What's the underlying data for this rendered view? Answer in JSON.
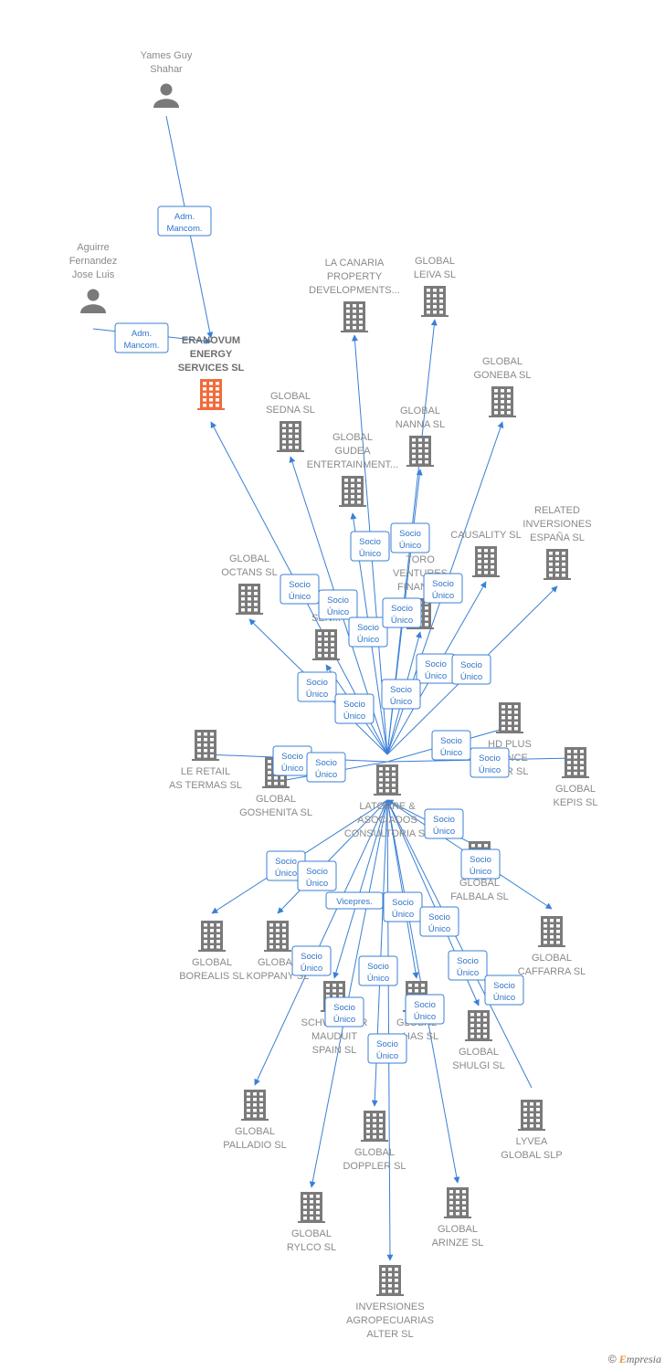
{
  "colors": {
    "edge": "#3a7fd5",
    "company": "#7a7a7a",
    "main_company": "#f26b3a",
    "person": "#7a7a7a"
  },
  "nodes": [
    {
      "id": "yames",
      "type": "person",
      "lines": [
        "Yames Guy",
        "Shahar"
      ]
    },
    {
      "id": "aguirre",
      "type": "person",
      "lines": [
        "Aguirre",
        "Fernandez",
        "Jose Luis"
      ]
    },
    {
      "id": "eranovum",
      "type": "company",
      "main": true,
      "lines": [
        "ERANOVUM",
        "ENERGY",
        "SERVICES  SL"
      ]
    },
    {
      "id": "lacanaria",
      "type": "company",
      "lines": [
        "LA CANARIA",
        "PROPERTY",
        "DEVELOPMENTS..."
      ]
    },
    {
      "id": "leiva",
      "type": "company",
      "lines": [
        "GLOBAL",
        "LEIVA  SL"
      ]
    },
    {
      "id": "goneba",
      "type": "company",
      "lines": [
        "GLOBAL",
        "GONEBA  SL"
      ]
    },
    {
      "id": "sedna",
      "type": "company",
      "lines": [
        "GLOBAL",
        "SEDNA  SL"
      ]
    },
    {
      "id": "nanna",
      "type": "company",
      "lines": [
        "GLOBAL",
        "NANNA  SL"
      ]
    },
    {
      "id": "gudea",
      "type": "company",
      "lines": [
        "GLOBAL",
        "GUDEA",
        "ENTERTAINMENT..."
      ]
    },
    {
      "id": "causality",
      "type": "company",
      "lines": [
        "CAUSALITY  SL"
      ]
    },
    {
      "id": "related",
      "type": "company",
      "lines": [
        "RELATED",
        "INVERSIONES",
        "ESPAÑA  SL"
      ]
    },
    {
      "id": "octans",
      "type": "company",
      "lines": [
        "GLOBAL",
        "OCTANS  SL"
      ]
    },
    {
      "id": "toro",
      "type": "company",
      "lines": [
        "TORO",
        "VENTURES",
        "FINANC..."
      ]
    },
    {
      "id": "sen",
      "type": "company",
      "lines": [
        "SEN..."
      ]
    },
    {
      "id": "hdplus",
      "type": "company",
      "lines": [
        "HD PLUS",
        "...ANCE",
        "...ER  SL"
      ]
    },
    {
      "id": "leretail",
      "type": "company",
      "lines": [
        "LE RETAIL",
        "AS TERMAS  SL"
      ]
    },
    {
      "id": "goshenita",
      "type": "company",
      "lines": [
        "GLOBAL",
        "GOSHENITA  SL"
      ]
    },
    {
      "id": "kepis",
      "type": "company",
      "lines": [
        "GLOBAL",
        "KEPIS  SL"
      ]
    },
    {
      "id": "latorre",
      "type": "company",
      "lines": [
        "LATORRE &",
        "ASOCIADOS",
        "CONSULTORIA SL"
      ]
    },
    {
      "id": "falbala",
      "type": "company",
      "lines": [
        "GLOBAL",
        "FALBALA  SL"
      ]
    },
    {
      "id": "borealis",
      "type": "company",
      "lines": [
        "GLOBAL",
        "BOREALIS  SL"
      ]
    },
    {
      "id": "koppany",
      "type": "company",
      "lines": [
        "GLOBAL",
        "KOPPANY  SL"
      ]
    },
    {
      "id": "caffarra",
      "type": "company",
      "lines": [
        "GLOBAL",
        "CAFFARRA  SL"
      ]
    },
    {
      "id": "schweitzer",
      "type": "company",
      "lines": [
        "SCHWEITZER",
        "MAUDUIT",
        "SPAIN  SL"
      ]
    },
    {
      "id": "thas",
      "type": "company",
      "lines": [
        "GLOBAL",
        "...HAS  SL"
      ]
    },
    {
      "id": "shulgi",
      "type": "company",
      "lines": [
        "GLOBAL",
        "SHULGI  SL"
      ]
    },
    {
      "id": "palladio",
      "type": "company",
      "lines": [
        "GLOBAL",
        "PALLADIO  SL"
      ]
    },
    {
      "id": "lyvea",
      "type": "company",
      "lines": [
        "LYVEA",
        "GLOBAL  SLP"
      ]
    },
    {
      "id": "doppler",
      "type": "company",
      "lines": [
        "GLOBAL",
        "DOPPLER  SL"
      ]
    },
    {
      "id": "rylco",
      "type": "company",
      "lines": [
        "GLOBAL",
        "RYLCO  SL"
      ]
    },
    {
      "id": "arinze",
      "type": "company",
      "lines": [
        "GLOBAL",
        "ARINZE  SL"
      ]
    },
    {
      "id": "alter",
      "type": "company",
      "lines": [
        "INVERSIONES",
        "AGROPECUARIAS",
        "ALTER  SL"
      ]
    }
  ],
  "relation_labels": [
    {
      "id": "r1",
      "lines": [
        "Adm.",
        "Mancom."
      ]
    },
    {
      "id": "r2",
      "lines": [
        "Adm.",
        "Mancom."
      ]
    },
    {
      "id": "r3",
      "lines": [
        "Socio",
        "Único"
      ]
    },
    {
      "id": "r4",
      "lines": [
        "Socio",
        "Único"
      ]
    },
    {
      "id": "r5",
      "lines": [
        "Socio",
        "Único"
      ]
    },
    {
      "id": "r6",
      "lines": [
        "Socio",
        "Único"
      ]
    },
    {
      "id": "r7",
      "lines": [
        "Socio",
        "Único"
      ]
    },
    {
      "id": "r8",
      "lines": [
        "Socio",
        "Único"
      ]
    },
    {
      "id": "r9",
      "lines": [
        "Socio",
        "Único"
      ]
    },
    {
      "id": "r10",
      "lines": [
        "Socio",
        "Único"
      ]
    },
    {
      "id": "r11",
      "lines": [
        "Socio",
        "Único"
      ]
    },
    {
      "id": "r12",
      "lines": [
        "Socio",
        "Único"
      ]
    },
    {
      "id": "r13",
      "lines": [
        "Socio",
        "Único"
      ]
    },
    {
      "id": "r14",
      "lines": [
        "Socio",
        "Único"
      ]
    },
    {
      "id": "r15",
      "lines": [
        "Socio",
        "Único"
      ]
    },
    {
      "id": "r16",
      "lines": [
        "Socio",
        "Único"
      ]
    },
    {
      "id": "r17",
      "lines": [
        "Socio",
        "Único"
      ]
    },
    {
      "id": "r18",
      "lines": [
        "Socio",
        "Único"
      ]
    },
    {
      "id": "r19",
      "lines": [
        "Socio",
        "Único"
      ]
    },
    {
      "id": "r20",
      "lines": [
        "Socio",
        "Único"
      ]
    },
    {
      "id": "r21",
      "lines": [
        "Socio",
        "Único"
      ]
    },
    {
      "id": "r22",
      "lines": [
        "Socio",
        "Único"
      ]
    },
    {
      "id": "r23",
      "lines": [
        "Socio",
        "Único"
      ]
    },
    {
      "id": "r24",
      "lines": [
        "Vicepres."
      ]
    },
    {
      "id": "r25",
      "lines": [
        "Socio",
        "Único"
      ]
    },
    {
      "id": "r26",
      "lines": [
        "Socio",
        "Único"
      ]
    },
    {
      "id": "r27",
      "lines": [
        "Socio",
        "Único"
      ]
    },
    {
      "id": "r28",
      "lines": [
        "Socio",
        "Único"
      ]
    },
    {
      "id": "r29",
      "lines": [
        "Socio",
        "Único"
      ]
    },
    {
      "id": "r30",
      "lines": [
        "Socio",
        "Único"
      ]
    },
    {
      "id": "r31",
      "lines": [
        "Socio",
        "Único"
      ]
    },
    {
      "id": "r32",
      "lines": [
        "Socio",
        "Único"
      ]
    }
  ],
  "brand": {
    "copyright": "©",
    "initial": "E",
    "rest": "mpresia"
  }
}
